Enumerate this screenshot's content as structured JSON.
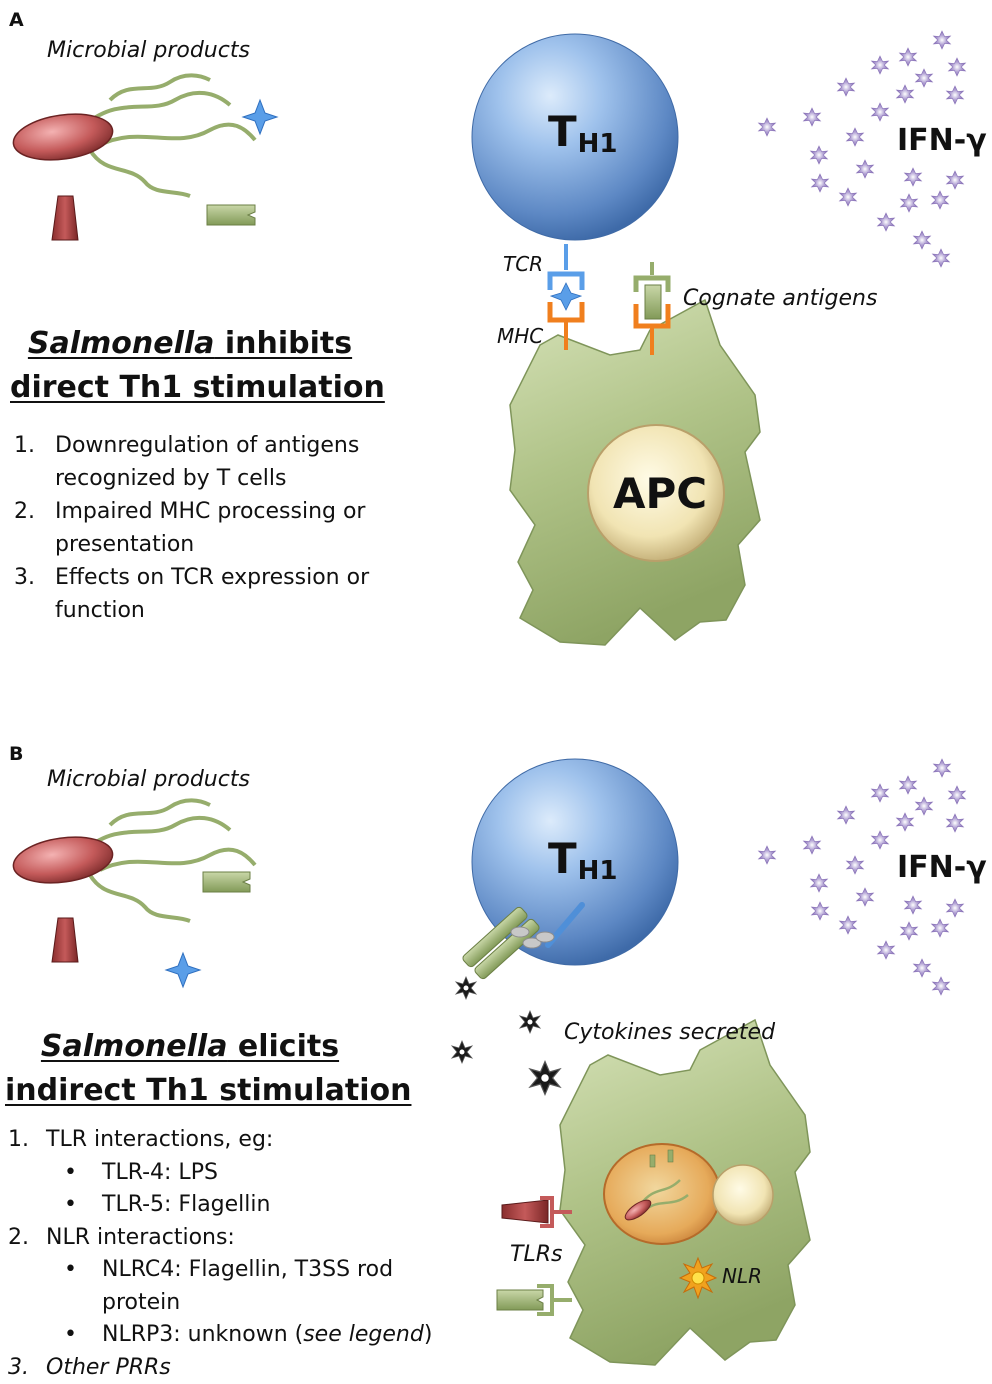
{
  "panel_a": {
    "letter": "A",
    "microbial_label": "Microbial products",
    "th1_main": "T",
    "th1_sub": "H1",
    "ifn_label": "IFN-γ",
    "tcr_label": "TCR",
    "mhc_label": "MHC",
    "cognate_label": "Cognate antigens",
    "apc_label": "APC",
    "heading": {
      "italic": "Salmonella",
      "line1_rest": " inhibits",
      "line2": "direct Th1 stimulation"
    },
    "items": [
      {
        "num": "1.",
        "lines": [
          "Downregulation of antigens",
          "recognized by T cells"
        ]
      },
      {
        "num": "2.",
        "lines": [
          "Impaired MHC processing or",
          "presentation"
        ]
      },
      {
        "num": "3.",
        "lines": [
          "Effects on TCR expression or",
          "function"
        ]
      }
    ]
  },
  "panel_b": {
    "letter": "B",
    "microbial_label": "Microbial products",
    "th1_main": "T",
    "th1_sub": "H1",
    "ifn_label": "IFN-γ",
    "cytokines_label": "Cytokines secreted",
    "tlrs_label": "TLRs",
    "nlr_label": "NLR",
    "heading": {
      "italic": "Salmonella",
      "line1_rest": " elicits",
      "line2": "indirect Th1 stimulation"
    },
    "items": [
      {
        "num": "1.",
        "text": "TLR interactions, eg:"
      },
      {
        "bullet": "•",
        "text": "TLR-4: LPS"
      },
      {
        "bullet": "•",
        "text": "TLR-5: Flagellin"
      },
      {
        "num": "2.",
        "text": "NLR interactions:"
      },
      {
        "bullet": "•",
        "text": "NLRC4: Flagellin, T3SS rod"
      },
      {
        "cont": true,
        "text": "protein"
      },
      {
        "bullet": "•",
        "text": "NLRP3: unknown (",
        "italic": "see legend",
        "after": ")"
      },
      {
        "num": "3.",
        "text": "Other PRRs",
        "ital": true
      }
    ]
  },
  "colors": {
    "th1_blue": "#7ea7dc",
    "apc_green": "#b3c68c",
    "bacterium_red": "#c45a5a",
    "ifn_purple": "#a994c4",
    "tcr_blue": "#5a9ee8",
    "mhc_orange": "#f07f1e",
    "antigen_green": "#96ad6c"
  }
}
